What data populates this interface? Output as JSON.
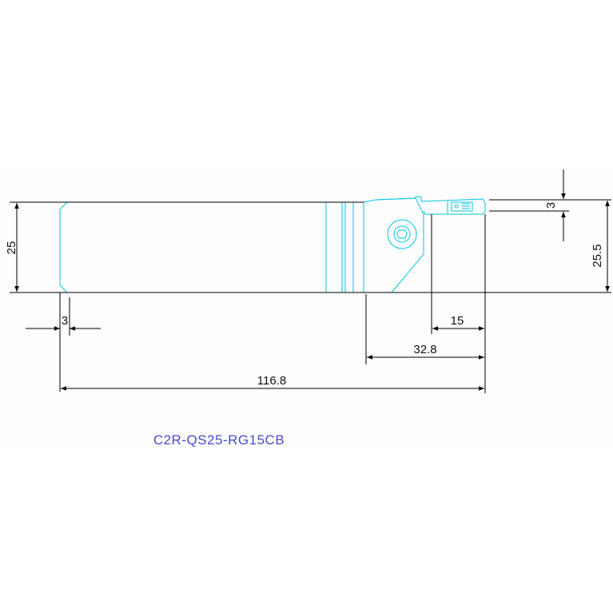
{
  "colors": {
    "part_outline": "#00c8e0",
    "dimension_lines": "#000000",
    "model_label": "#4a4ad0",
    "background": "#ffffff"
  },
  "dimensions": {
    "height_shank": "25",
    "height_total": "25.5",
    "blade_width": "3",
    "chamfer": "3",
    "grip_depth": "15",
    "head_length": "32.8",
    "overall_length": "116.8"
  },
  "model_label": "C2R-QS25-RG15CB"
}
